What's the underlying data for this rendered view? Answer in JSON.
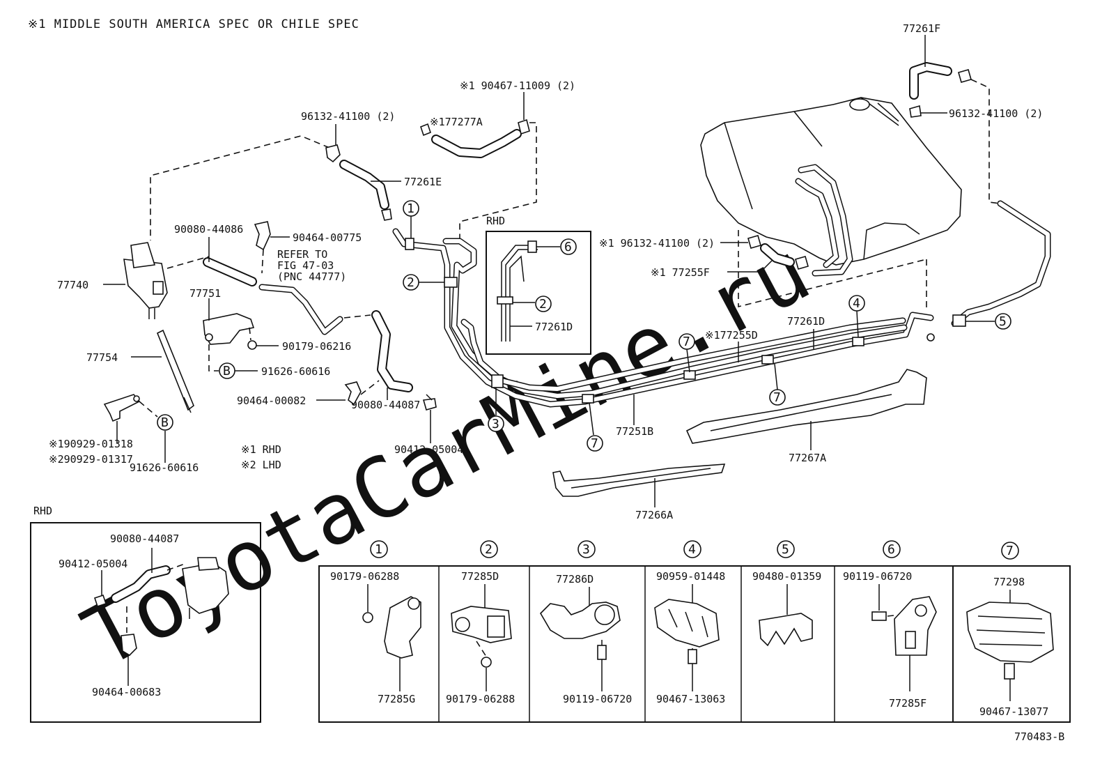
{
  "watermark": "ToyotaCarMine.ru",
  "header_note": "※1 MIDDLE SOUTH AMERICA SPEC OR CHILE SPEC",
  "figure_code": "770483-B",
  "legend": {
    "l1": "※1  RHD",
    "l2": "※2  LHD"
  },
  "refer_note": {
    "l1": "REFER TO",
    "l2": "FIG 47-03",
    "l3": "(PNC 44777)"
  },
  "rhd_label": "RHD",
  "rhd_detail": {
    "label": "RHD"
  },
  "circles": {
    "c1": "1",
    "c2": "2",
    "c3": "3",
    "c4": "4",
    "c5": "5",
    "c6": "6",
    "c7": "7",
    "cB": "B"
  },
  "parts": {
    "p77261F": "77261F",
    "p96132_tr": "96132-41100 (2)",
    "p90467_11009": "※1  90467-11009 (2)",
    "p96132_tl": "96132-41100 (2)",
    "p77277A": "※177277A",
    "p77261E": "77261E",
    "p90080_44086": "90080-44086",
    "p90464_00775": "90464-00775",
    "p77740": "77740",
    "p77751": "77751",
    "p90179_06216": "90179-06216",
    "p91626_a": "91626-60616",
    "p77754": "77754",
    "p90464_00082": "90464-00082",
    "p90080_44087": "90080-44087",
    "p90412_05004": "90412-05004",
    "p90929_01318": "※190929-01318",
    "p90929_01317": "※290929-01317",
    "p91626_b": "91626-60616",
    "p96132_mid": "※1  96132-41100 (2)",
    "p77255F": "※1  77255F",
    "p77261D_main": "77261D",
    "p77255D": "※177255D",
    "p77251B": "77251B",
    "p77267A": "77267A",
    "p77266A": "77266A",
    "p77261D_rhd": "77261D"
  },
  "rhd_box": {
    "a": "90080-44087",
    "b": "90412-05004",
    "c": "90464-00683"
  },
  "detail_cells": [
    {
      "num": "1",
      "top": "90179-06288",
      "bottom": "77285G"
    },
    {
      "num": "2",
      "top": "77285D",
      "bottom": "90179-06288"
    },
    {
      "num": "3",
      "top": "77286D",
      "bottom": "90119-06720"
    },
    {
      "num": "4",
      "top": "90959-01448",
      "bottom": "90467-13063"
    },
    {
      "num": "5",
      "top": "90480-01359",
      "bottom": ""
    },
    {
      "num": "6",
      "top": "90119-06720",
      "bottom": "77285F"
    },
    {
      "num": "7",
      "top": "77298",
      "bottom": "90467-13077"
    }
  ]
}
